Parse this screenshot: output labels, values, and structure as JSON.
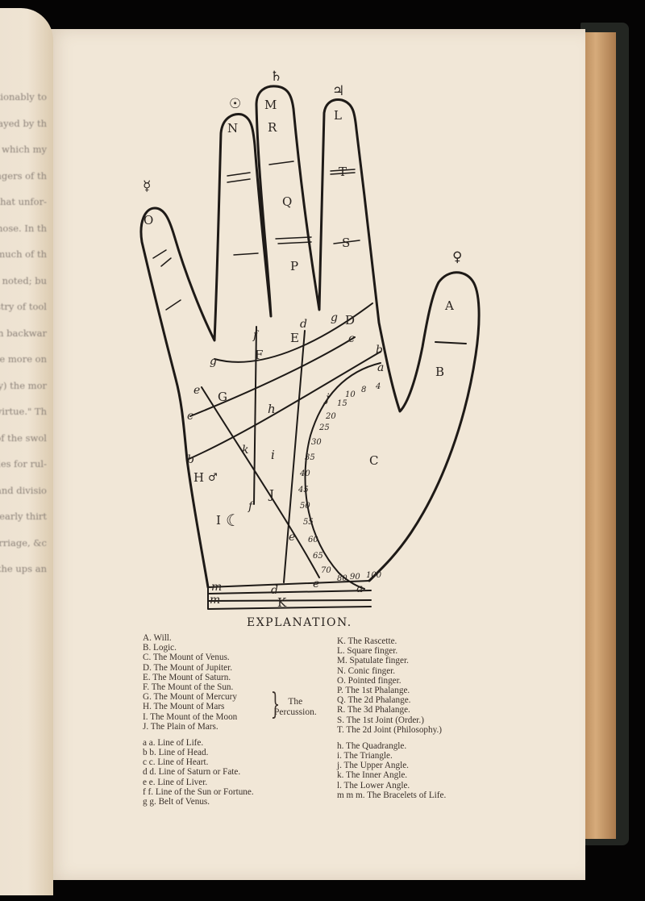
{
  "left_page_fragments": [
    "questionably to",
    "betrayed by th",
    "of which my",
    "g fingers of th",
    "to that unfor-",
    "d nose. In th",
    "nd much of th",
    "o be noted; bu",
    "almistry of tool",
    "rs turn backwar",
    "and the more on",
    "e dry) the mor",
    "to virtue.\" Th",
    "mber of the swol",
    "he rules for rul-",
    "ects and divisio",
    "ed to nearly thirt",
    "th, marriage, &c",
    "ed, all the ups an"
  ],
  "diagram": {
    "finger_labels": [
      {
        "text": "O",
        "sym": "☿"
      },
      {
        "text": "N",
        "sym": "☉"
      },
      {
        "text": "M",
        "sym": "♄"
      },
      {
        "text": "R"
      },
      {
        "text": "Q"
      },
      {
        "text": "P"
      },
      {
        "text": "L",
        "sym": "♃"
      },
      {
        "text": "T"
      },
      {
        "text": "S"
      },
      {
        "text": "A",
        "sym": "♀"
      },
      {
        "text": "B"
      }
    ],
    "palm_labels": [
      "D",
      "E",
      "F",
      "G",
      "h",
      "i",
      "J",
      "K",
      "C",
      "H",
      "I"
    ],
    "line_labels": [
      "a",
      "a",
      "b",
      "b",
      "c",
      "c",
      "d",
      "d",
      "e",
      "e",
      "e",
      "f",
      "f",
      "g",
      "g",
      "k",
      "j",
      "m",
      "m"
    ],
    "moon_symbol": "☾",
    "mars_symbol": "♂",
    "ages": [
      "4",
      "8",
      "10",
      "15",
      "20",
      "25",
      "30",
      "35",
      "40",
      "45",
      "50",
      "55",
      "60",
      "65",
      "70",
      "80",
      "90",
      "100"
    ]
  },
  "explanation": {
    "title": "EXPLANATION.",
    "left_upper": [
      "A. Will.",
      "B. Logic.",
      "C. The Mount of Venus.",
      "D. The Mount of Jupiter.",
      "E. The Mount of Saturn.",
      "F. The Mount of the Sun.",
      "G. The Mount of Mercury",
      "H. The Mount of Mars",
      "I. The Mount of the Moon",
      "J. The Plain of Mars."
    ],
    "bracket_label": [
      "The",
      "Percussion."
    ],
    "left_lower": [
      "a a. Line of Life.",
      "b b. Line of Head.",
      "c c. Line of Heart.",
      "d d. Line of Saturn or Fate.",
      "e e. Line of Liver.",
      "f f. Line of the Sun or Fortune.",
      "g g. Belt of Venus."
    ],
    "right_upper": [
      "K. The Rascette.",
      "L. Square finger.",
      "M. Spatulate finger.",
      "N. Conic finger.",
      "O. Pointed finger.",
      "P. The 1st Phalange.",
      "Q. The 2d Phalange.",
      "R. The 3d Phalange.",
      "S. The 1st Joint (Order.)",
      "T. The 2d Joint (Philosophy.)"
    ],
    "right_lower": [
      "h. The Quadrangle.",
      "i. The Triangle.",
      "j. The Upper Angle.",
      "k. The Inner Angle.",
      "l. The Lower Angle.",
      "m m m. The Bracelets of Life."
    ]
  }
}
